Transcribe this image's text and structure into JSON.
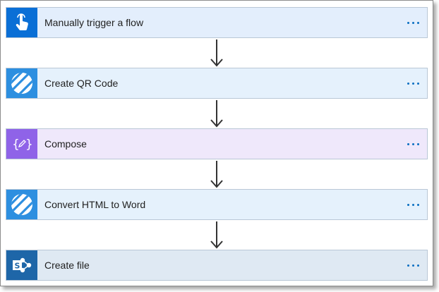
{
  "flow": {
    "steps": [
      {
        "title": "Manually trigger a flow",
        "icon": "hand-pointer-icon",
        "color": "#0a6fd6"
      },
      {
        "title": "Create QR Code",
        "icon": "striped-circle-icon",
        "color": "#2d8fe0"
      },
      {
        "title": "Compose",
        "icon": "compose-braces-icon",
        "color": "#8f63e8"
      },
      {
        "title": "Convert HTML to Word",
        "icon": "striped-circle-icon",
        "color": "#2d8fe0"
      },
      {
        "title": "Create file",
        "icon": "sharepoint-icon",
        "color": "#1e66a8"
      }
    ],
    "more_label": "More options"
  }
}
